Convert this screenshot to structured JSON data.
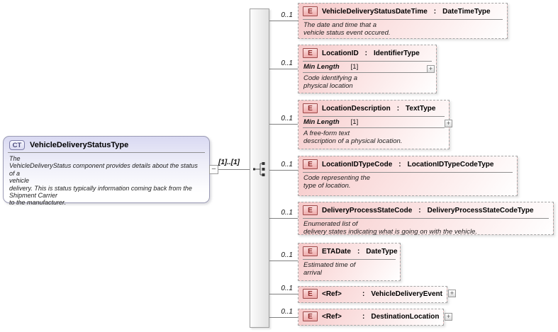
{
  "diagram": {
    "complex_type": {
      "icon_label": "CT",
      "title": "VehicleDeliveryStatusType",
      "description": "The\nVehicleDeliveryStatus component provides details about the status of a\nvehicle\ndelivery. This is status typically information coming back from the\nShipment Carrier\nto the manufacturer."
    },
    "collapse_glyph": "−",
    "root_cardinality": "[1]..[1]",
    "separator": ":",
    "colors": {
      "element_box_accent": "#f6caca",
      "element_icon_border": "#9e4a4a",
      "complex_type_accent": "#d9d9f2",
      "connector": "#808080"
    },
    "elements": [
      {
        "icon_label": "E",
        "name": "VehicleDeliveryStatusDateTime",
        "type": "DateTimeType",
        "cardinality": "0..1",
        "description": "The date and time that a\nvehicle status event occured."
      },
      {
        "icon_label": "E",
        "name": "LocationID",
        "type": "IdentifierType",
        "cardinality": "0..1",
        "facet_name": "Min Length",
        "facet_value": "[1]",
        "description": "Code identifying a\nphysical location",
        "expand_glyph": "+"
      },
      {
        "icon_label": "E",
        "name": "LocationDescription",
        "type": "TextType",
        "cardinality": "0..1",
        "facet_name": "Min Length",
        "facet_value": "[1]",
        "description": "A free-form text\ndescription of a physical location.",
        "expand_glyph": "+"
      },
      {
        "icon_label": "E",
        "name": "LocationIDTypeCode",
        "type": "LocationIDTypeCodeType",
        "cardinality": "0..1",
        "description": "Code representing the\ntype of location."
      },
      {
        "icon_label": "E",
        "name": "DeliveryProcessStateCode",
        "type": "DeliveryProcessStateCodeType",
        "cardinality": "0..1",
        "description": "Enumerated list of\ndelivery states indicating what is going on with the vehicle."
      },
      {
        "icon_label": "E",
        "name": "ETADate",
        "type": "DateType",
        "cardinality": "0..1",
        "description": "Estimated time of\narrival"
      },
      {
        "icon_label": "E",
        "name": "<Ref>",
        "type": "VehicleDeliveryEvent",
        "cardinality": "0..1",
        "expand_glyph": "+"
      },
      {
        "icon_label": "E",
        "name": "<Ref>",
        "type": "DestinationLocation",
        "cardinality": "0..1",
        "expand_glyph": "+"
      }
    ]
  }
}
